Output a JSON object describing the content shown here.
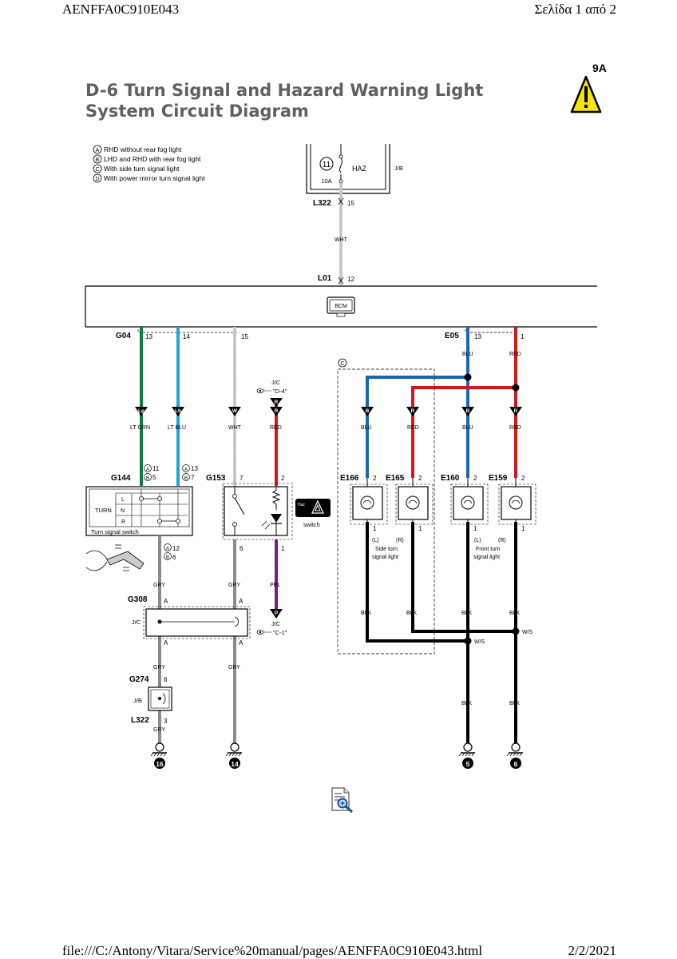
{
  "header": {
    "left": "AENFFA0C910E043",
    "right": "Σελίδα 1 από 2"
  },
  "footer": {
    "url": "file:///C:/Antony/Vitara/Service%20manual/pages/AENFFA0C910E043.html",
    "date": "2/2/2021"
  },
  "page_code": "9A",
  "title": {
    "line1": "D-6 Turn Signal and Hazard Warning Light",
    "line2": "System Circuit Diagram"
  },
  "legend": [
    {
      "mark": "A",
      "text": "RHD without rear fog light"
    },
    {
      "mark": "B",
      "text": "LHD and RHD with rear fog light"
    },
    {
      "mark": "C",
      "text": "With side turn signal light"
    },
    {
      "mark": "D",
      "text": "With power mirror turn signal light"
    }
  ],
  "junction_block": {
    "fuse_num": "11",
    "fuse_name": "HAZ",
    "fuse_amp": "10A",
    "label": "J/B",
    "connector": "L322",
    "pin": "15"
  },
  "bcm": {
    "label": "BCM",
    "top_connector": "L01",
    "top_pin": "12",
    "top_wire": "WHT",
    "left_connector": "G04",
    "left_pins": [
      "13",
      "14",
      "15"
    ],
    "right_connector": "E05",
    "right_pins": [
      "13",
      "1"
    ]
  },
  "colors": {
    "green": "#0a7f3f",
    "lt_blue": "#1aa7e0",
    "white_wire": "#d0d0d0",
    "red": "#d7141b",
    "blue": "#1a66b0",
    "black": "#000000",
    "gray": "#8c8c8c",
    "purple": "#7a1a8a",
    "title_gray": "#606060",
    "warning_yellow": "#f4e400"
  },
  "wires_upper": [
    {
      "badge": "Lg",
      "label": "LT GRN"
    },
    {
      "badge": "Lb",
      "label": "LT BLU"
    },
    {
      "badge": "W",
      "label": "WHT"
    },
    {
      "badge": "R",
      "label": "RED"
    },
    {
      "badge": "B",
      "label": "BLU"
    },
    {
      "badge": "R",
      "label": "RED"
    },
    {
      "badge": "B",
      "label": "BLU"
    },
    {
      "badge": "R",
      "label": "RED"
    }
  ],
  "jc_d4": {
    "label": "J/C",
    "ref": "\"D-4\""
  },
  "circle_c": "C",
  "e05_wires": [
    "BLU",
    "RED"
  ],
  "g144": {
    "connector": "G144",
    "pin_a": "11",
    "pin_b": "5",
    "pin_a2": "13",
    "pin_b2": "7",
    "name": "Turn signal switch",
    "turn": "TURN",
    "positions": [
      "L",
      "N",
      "R"
    ],
    "out_pin_a": "12",
    "out_pin_b": "6"
  },
  "g153": {
    "connector": "G153",
    "pins": [
      "7",
      "2",
      "6",
      "1"
    ],
    "haz": "Haz",
    "switch": "switch"
  },
  "lamps": [
    {
      "conn": "E166",
      "pin_top": "2",
      "pin_bot": "1",
      "side": "(L)"
    },
    {
      "conn": "E165",
      "pin_top": "2",
      "pin_bot": "1",
      "side": "(R)"
    },
    {
      "conn": "E160",
      "pin_top": "2",
      "pin_bot": "1",
      "side": "(L)"
    },
    {
      "conn": "E159",
      "pin_top": "2",
      "pin_bot": "1",
      "side": "(R)"
    }
  ],
  "side_turn_label": [
    "Side turn",
    "signal light"
  ],
  "front_turn_label": [
    "Front turn",
    "signal light"
  ],
  "lower_labels": {
    "gry": "GRY",
    "ppl": "PPL",
    "blk": "BLK",
    "ws": "W/S",
    "p_badge": "P"
  },
  "g308": {
    "connector": "G308",
    "label": "J/C",
    "pin": "A"
  },
  "jc_c1": {
    "label": "J/C",
    "ref": "\"C-1\""
  },
  "g274": {
    "connector": "G274",
    "pin_top": "6",
    "label": "J/B",
    "connector2": "L322",
    "pin_bot": "3"
  },
  "grounds": [
    "16",
    "14",
    "5",
    "6"
  ],
  "icons": [
    "warning-triangle-icon",
    "document-zoom-icon",
    "eye-icon",
    "hazard-button-icon",
    "ground-icon"
  ]
}
